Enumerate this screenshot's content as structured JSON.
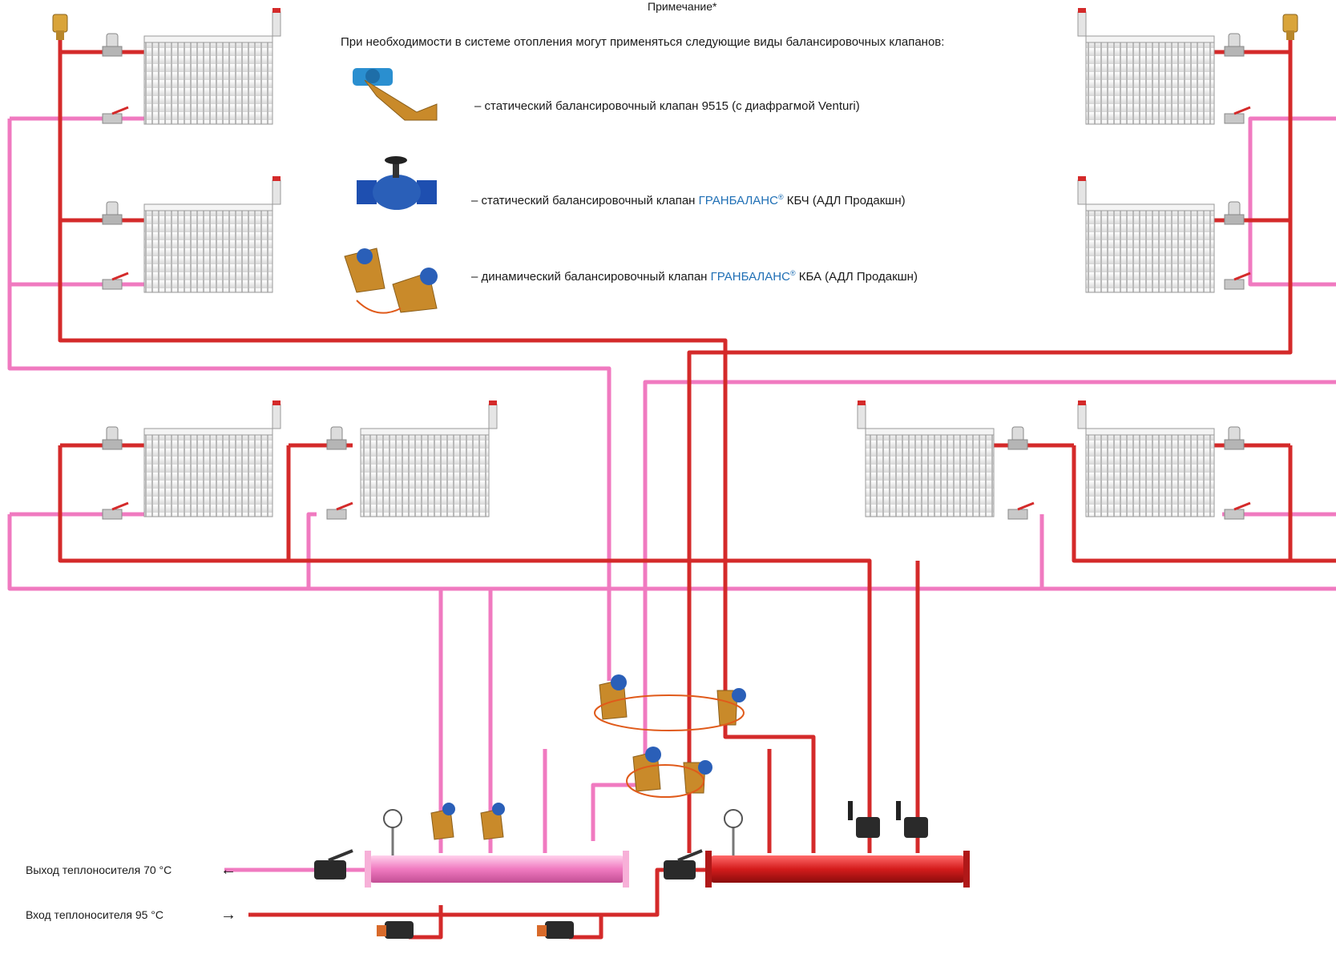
{
  "note": {
    "title": "Примечание*",
    "intro": "При необходимости в системе отопления могут применяться следующие виды балансировочных клапанов:",
    "items": [
      {
        "prefix": "– статический балансировочный клапан 9515 (с диафрагмой Venturi)",
        "brand": "",
        "reg": "",
        "suffix": ""
      },
      {
        "prefix": "– статический балансировочный клапан ",
        "brand": "ГРАНБАЛАНС",
        "reg": "®",
        "suffix": " КБЧ (АДЛ Продакшн)"
      },
      {
        "prefix": "– динамический балансировочный клапан ",
        "brand": "ГРАНБАЛАНС",
        "reg": "®",
        "suffix": " КБА (АДЛ Продакшн)"
      }
    ]
  },
  "legend": {
    "outlet_label": "Выход теплоносителя 70 °C",
    "inlet_label": "Вход теплоносителя 95 °C",
    "outlet_arrow": "←",
    "inlet_arrow": "→"
  },
  "colors": {
    "supply_pipe": "#d42a2a",
    "return_pipe": "#f07ac0",
    "brand_text": "#1f6fb5",
    "valve_brass": "#c98a2a",
    "valve_blue": "#2a5fb8",
    "radiator": "#e8e8e8"
  }
}
